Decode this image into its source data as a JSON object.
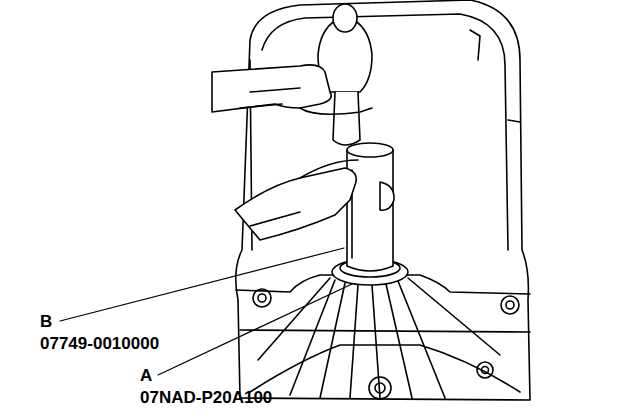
{
  "diagram": {
    "labels": [
      "B",
      "07749-0010000",
      "A",
      "07NAD-P20A100"
    ]
  }
}
